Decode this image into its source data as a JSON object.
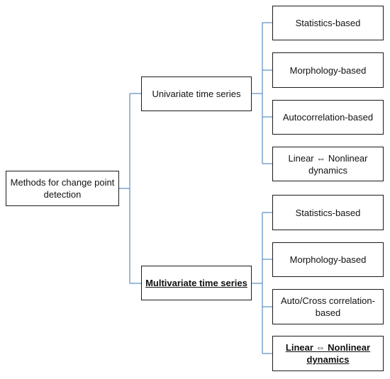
{
  "root": {
    "label": "Methods for change point detection"
  },
  "univariate": {
    "label": "Univariate time series",
    "children": [
      "Statistics-based",
      "Morphology-based",
      "Autocorrelation-based",
      "Linear ⇔ Nonlinear dynamics"
    ]
  },
  "multivariate": {
    "label": "Multivariate time series",
    "children": [
      "Statistics-based",
      "Morphology-based",
      "Auto/Cross correlation-based",
      "Linear ⇔ Nonlinear dynamics"
    ]
  },
  "colors": {
    "connector": "#5b8cc0",
    "border": "#1a1a1a"
  }
}
